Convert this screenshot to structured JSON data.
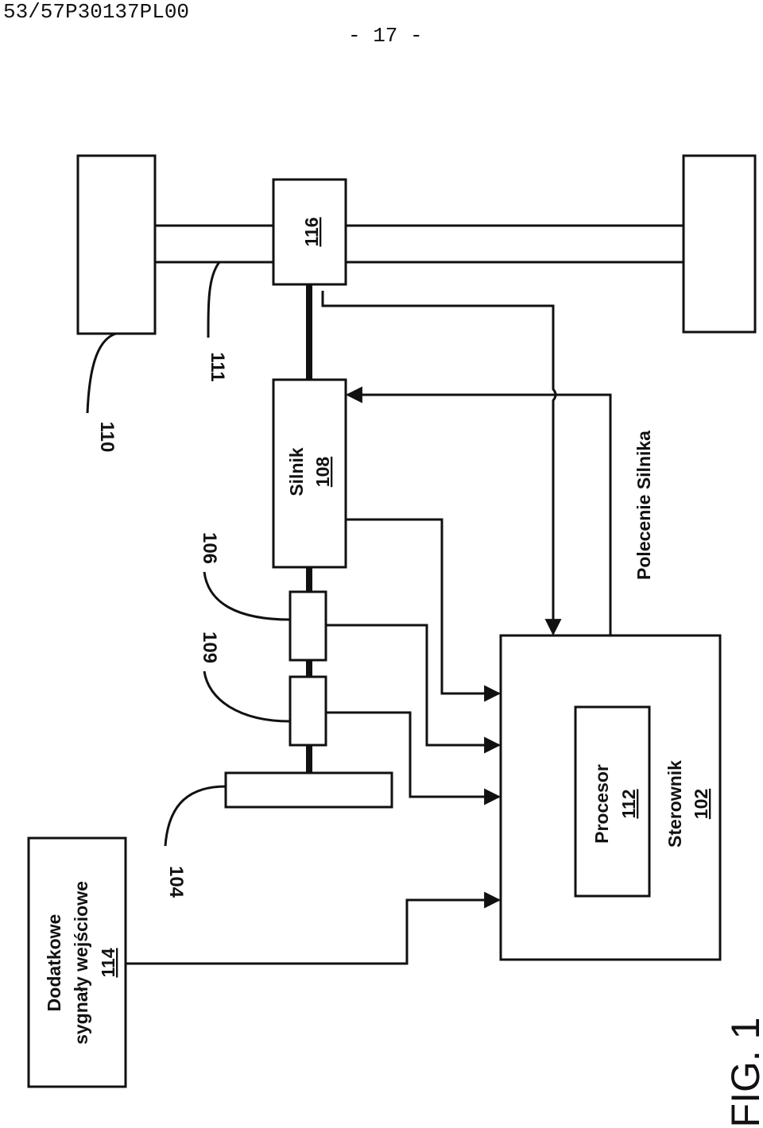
{
  "header": {
    "doc_id": "53/57P30137PL00",
    "page_number": "- 17 -"
  },
  "diagram": {
    "figure_label": "FIG. 1",
    "additional_inputs": {
      "line1": "Dodatkowe",
      "line2": "sygnały wejściowe",
      "ref": "114"
    },
    "engine": {
      "name": "Silnik",
      "ref": "108"
    },
    "block_116": {
      "ref": "116"
    },
    "processor": {
      "name": "Procesor",
      "ref": "112"
    },
    "controller": {
      "name": "Sterownik",
      "ref": "102"
    },
    "engine_command": "Polecenie Silnika",
    "ref_104": "104",
    "ref_106": "106",
    "ref_109": "109",
    "ref_110": "110",
    "ref_111": "111"
  }
}
